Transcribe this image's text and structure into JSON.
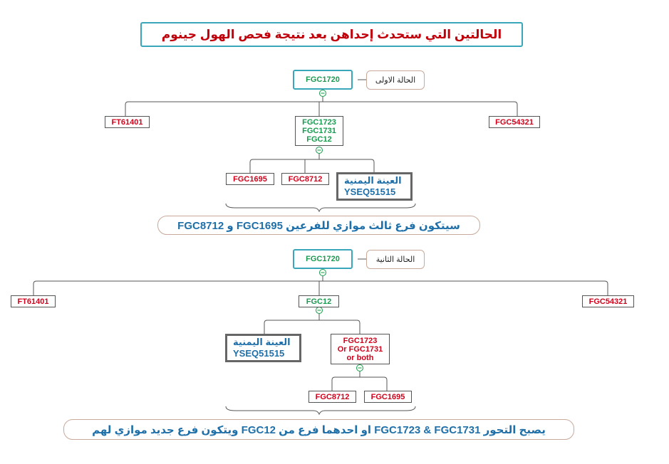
{
  "title": "الحالتين التي ستحدث إحداهن بعد نتيجة فحص الهول جينوم",
  "case1": {
    "root": "FGC1720",
    "note": "الحالة الاولى",
    "left": "FT61401",
    "middle_lines": [
      "FGC1723",
      "FGC1731",
      "FGC12"
    ],
    "right": "FGC54321",
    "child_a": "FGC1695",
    "child_b": "FGC8712",
    "sample_line1": "العينة اليمنية",
    "sample_line2": "YSEQ51515",
    "caption": "سيتكون فرع ثالث موازي للفرعين FGC1695 و FGC8712"
  },
  "case2": {
    "root": "FGC1720",
    "note": "الحالة الثانية",
    "left": "FT61401",
    "middle": "FGC12",
    "right": "FGC54321",
    "sample_line1": "العينة اليمنية",
    "sample_line2": "YSEQ51515",
    "branch_lines": [
      "FGC1723",
      "Or FGC1731",
      "or both"
    ],
    "child_a": "FGC8712",
    "child_b": "FGC1695",
    "caption": "يصبح التحور FGC1723 & FGC1731 او احدهما فرع من FGC12 ويتكون فرع جديد موازي لهم"
  },
  "colors": {
    "red_text": "#d0021b",
    "green_text": "#1a9a50",
    "blue_text": "#1f6fa8",
    "teal_border": "#3aa6b9",
    "title_red": "#c0000a"
  },
  "icons": {
    "collapse": "minus-circle-icon"
  }
}
